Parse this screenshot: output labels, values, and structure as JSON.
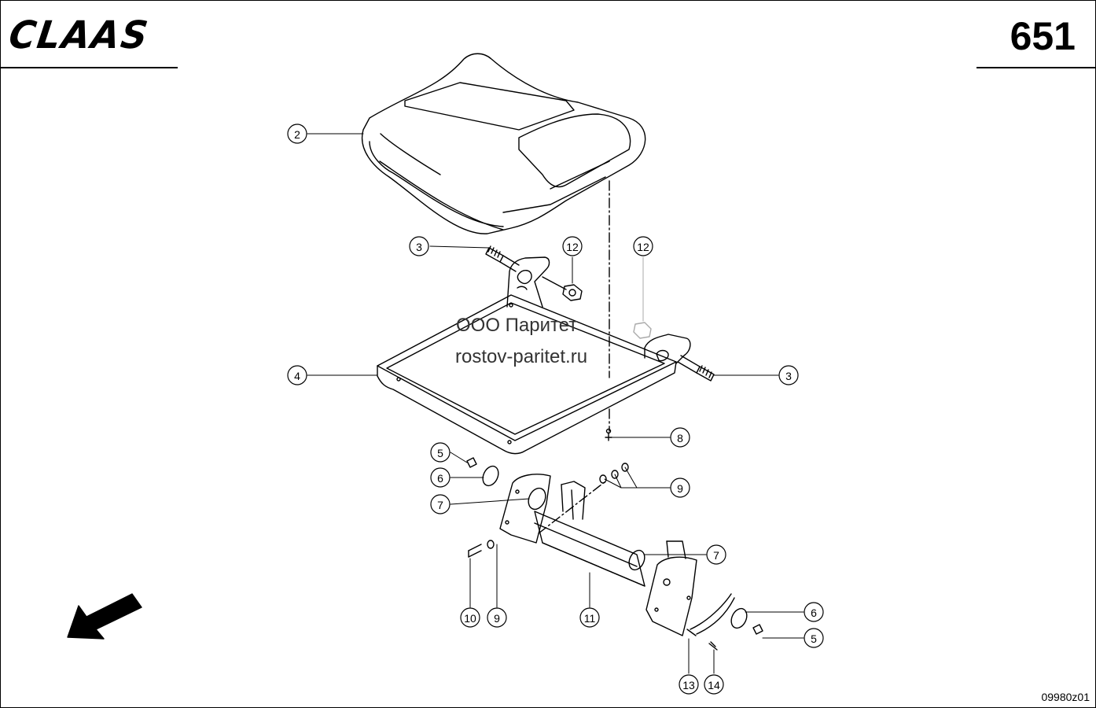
{
  "header": {
    "brand": "CLAAS",
    "page_number": "651"
  },
  "footer": {
    "drawing_code": "09980z01"
  },
  "watermark": {
    "company": "ООО Паритет",
    "site": "rostov-paritet.ru"
  },
  "callouts": [
    {
      "id": "callout-2",
      "label": "2"
    },
    {
      "id": "callout-3a",
      "label": "3"
    },
    {
      "id": "callout-12a",
      "label": "12"
    },
    {
      "id": "callout-12b",
      "label": "12"
    },
    {
      "id": "callout-4",
      "label": "4"
    },
    {
      "id": "callout-3b",
      "label": "3"
    },
    {
      "id": "callout-8",
      "label": "8"
    },
    {
      "id": "callout-5a",
      "label": "5"
    },
    {
      "id": "callout-6a",
      "label": "6"
    },
    {
      "id": "callout-7a",
      "label": "7"
    },
    {
      "id": "callout-9a",
      "label": "9"
    },
    {
      "id": "callout-7b",
      "label": "7"
    },
    {
      "id": "callout-10",
      "label": "10"
    },
    {
      "id": "callout-9b",
      "label": "9"
    },
    {
      "id": "callout-11",
      "label": "11"
    },
    {
      "id": "callout-6b",
      "label": "6"
    },
    {
      "id": "callout-5b",
      "label": "5"
    },
    {
      "id": "callout-13",
      "label": "13"
    },
    {
      "id": "callout-14",
      "label": "14"
    }
  ]
}
